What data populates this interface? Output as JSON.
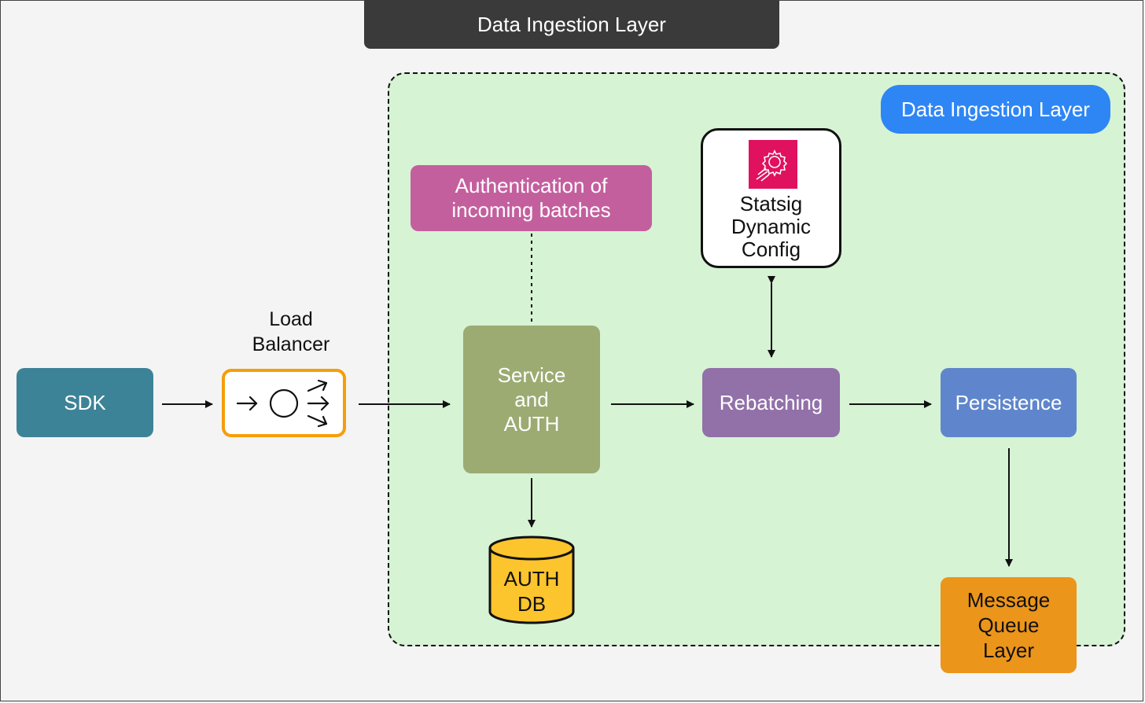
{
  "banner": {
    "title": "Data Ingestion Layer"
  },
  "region": {
    "pill_label": "Data Ingestion Layer"
  },
  "nodes": {
    "sdk": "SDK",
    "load_balancer": "Load Balancer",
    "auth_note": "Authentication of incoming batches",
    "service": "Service and AUTH",
    "auth_db": "AUTH DB",
    "statsig": "Statsig Dynamic Config",
    "rebatching": "Rebatching",
    "persistence": "Persistence",
    "message_queue": "Message Queue Layer"
  },
  "icons": {
    "load_balancer": "load-balancer-icon",
    "statsig": "gear-config-icon",
    "database": "database-cylinder-icon"
  },
  "colors": {
    "sdk": "#3d8397",
    "load_balancer_border": "#f59e0b",
    "auth_note": "#c45f9e",
    "service": "#9bab72",
    "rebatching": "#9270a8",
    "persistence": "#5f86cc",
    "message_queue": "#ec951b",
    "database": "#fcc42d",
    "region": "#d6f3d4",
    "pill": "#2e86f5",
    "statsig_logo": "#e0115f"
  }
}
